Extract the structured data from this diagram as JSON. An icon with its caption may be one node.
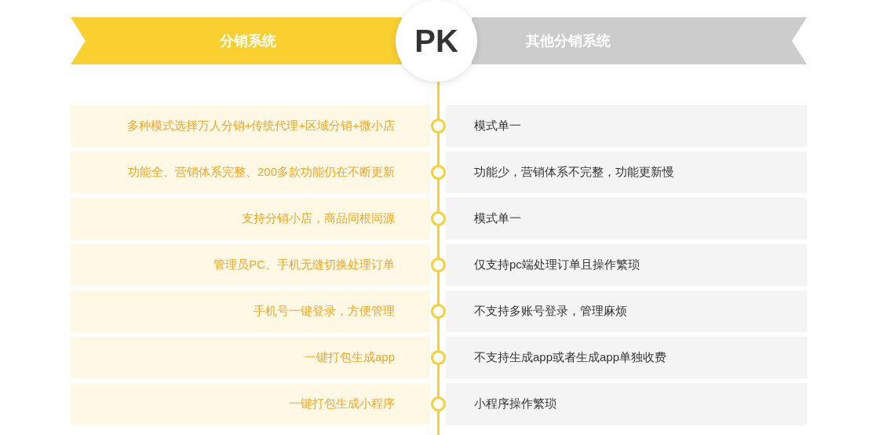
{
  "diagram": {
    "nodes": [
      {
        "text": [
          "分销系统"
        ]
      },
      {
        "text": [
          "PK"
        ]
      },
      {
        "text": [
          "其他分销系统"
        ]
      },
      {
        "text": [
          "多种模式选择万人分销+传统代理+区域分销+微小店"
        ]
      },
      {
        "text": [
          "模式单一"
        ]
      },
      {
        "text": [
          "功能全、营销体系完整、200多款功能仍在不断更新"
        ]
      },
      {
        "text": [
          "功能少，营销体系不完整，功能更新慢"
        ]
      },
      {
        "text": [
          "支持分销小店，商品同根同源"
        ]
      },
      {
        "text": [
          "模式单一"
        ]
      },
      {
        "text": [
          "管理员PC、手机无缝切换处理订单"
        ]
      },
      {
        "text": [
          "仅支持pc端处理订单且操作繁琐"
        ]
      },
      {
        "text": [
          "手机号一键登录，方便管理"
        ]
      },
      {
        "text": [
          "不支持多账号登录，管理麻烦"
        ]
      },
      {
        "text": [
          "一键打包生成app"
        ]
      },
      {
        "text": [
          "不支持生成app或者生成app单独收费"
        ]
      },
      {
        "text": [
          "一键打包生成小程序"
        ]
      },
      {
        "text": [
          "小程序操作繁琐"
        ]
      }
    ]
  }
}
